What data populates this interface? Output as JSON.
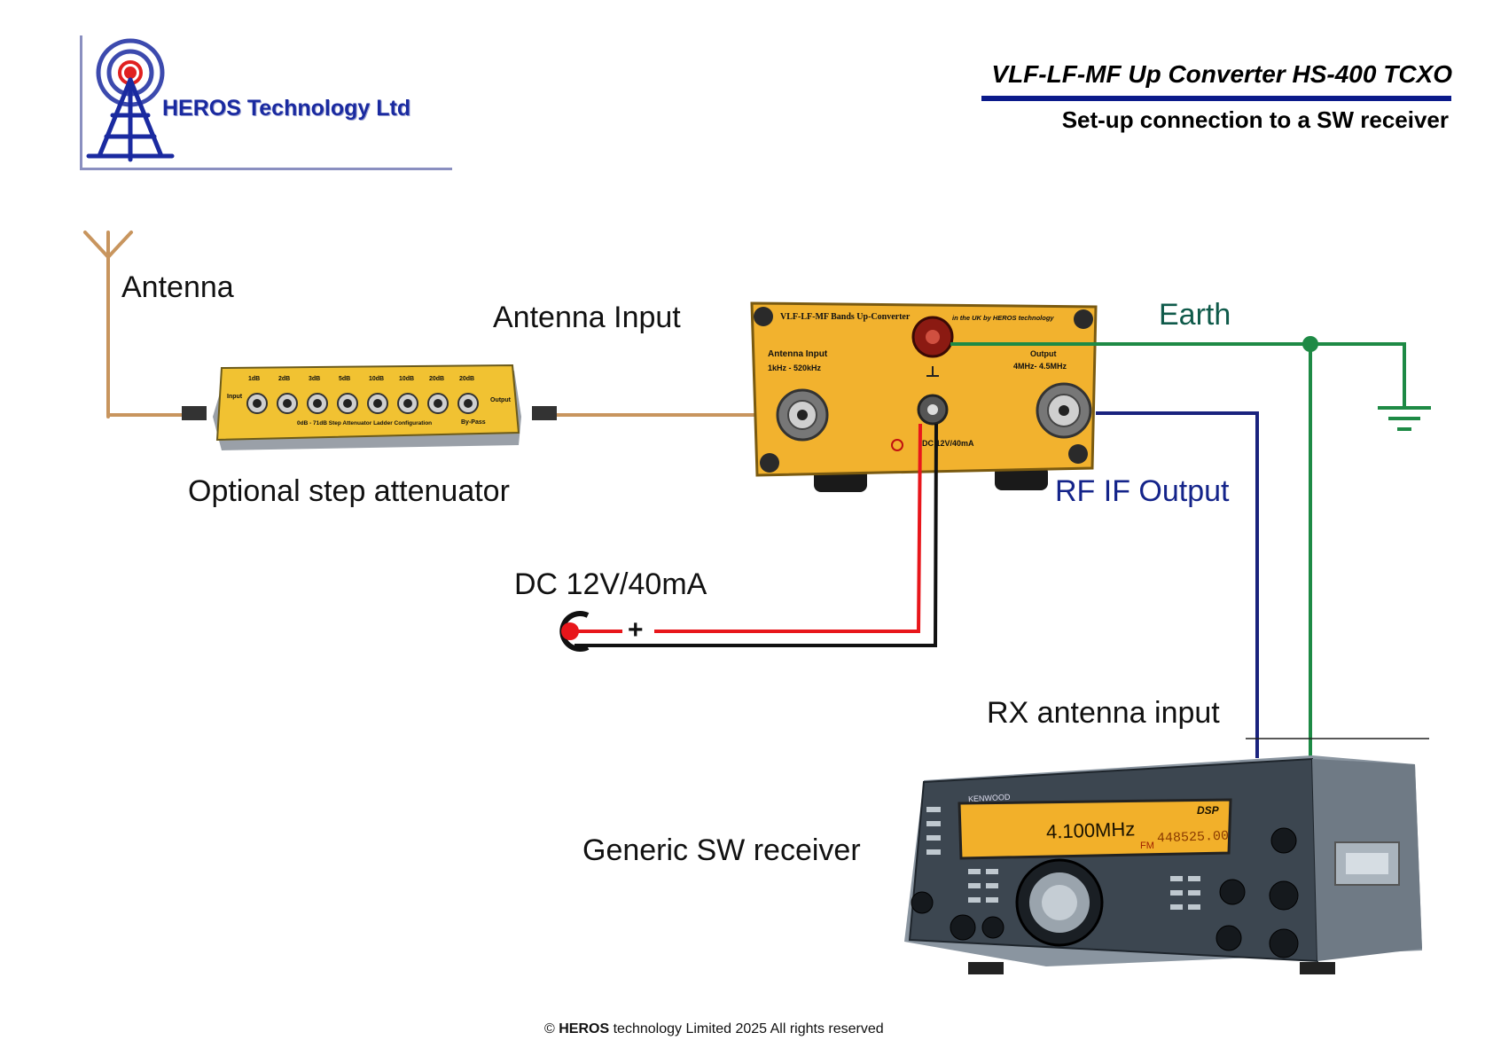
{
  "header": {
    "company_name": "HEROS Technology Ltd",
    "title": "VLF-LF-MF  Up Converter HS-400 TCXO",
    "subtitle": "Set-up connection to a SW receiver"
  },
  "labels": {
    "antenna": "Antenna",
    "antenna_input": "Antenna Input",
    "earth": "Earth",
    "optional_attenuator": "Optional step attenuator",
    "rf_if_output": "RF IF Output",
    "dc_supply": "DC 12V/40mA",
    "dc_plus": "+",
    "rx_antenna_input": "RX antenna input",
    "generic_receiver": "Generic SW receiver"
  },
  "converter": {
    "top_text": "VLF-LF-MF Bands Up-Converter",
    "top_text_right": "in the UK by HEROS technology",
    "input_label": "Antenna Input",
    "input_range": "1kHz - 520kHz",
    "output_label": "Output",
    "output_range": "4MHz- 4.5MHz",
    "dc_label": "DC 12V/40mA"
  },
  "attenuator": {
    "steps": [
      "1dB",
      "2dB",
      "3dB",
      "5dB",
      "10dB",
      "10dB",
      "20dB",
      "20dB"
    ],
    "left_label": "Input",
    "right_label": "Output",
    "bottom_text": "0dB - 71dB Step Attenuator Ladder Configuration",
    "bypass": "By-Pass"
  },
  "receiver": {
    "brand": "KENWOOD",
    "frequency_main": "4.100MHz",
    "frequency_sub": "448525.00",
    "mode": "FM",
    "dsp": "DSP"
  },
  "footer": {
    "symbol": "©",
    "brand": "HEROS",
    "text": "technology Limited 2025 All rights reserved"
  },
  "colors": {
    "antenna_wire": "#c8955e",
    "earth_wire": "#1e8a45",
    "rf_wire": "#1a237e",
    "dc_positive": "#e8161b",
    "dc_negative": "#111111",
    "converter_case": "#f2b22e",
    "title_rule": "#0a1a8a",
    "earth_text": "#0f5a4a",
    "rf_text": "#14248a",
    "logo_blue": "#1a2aa0",
    "logo_red": "#e02020"
  }
}
